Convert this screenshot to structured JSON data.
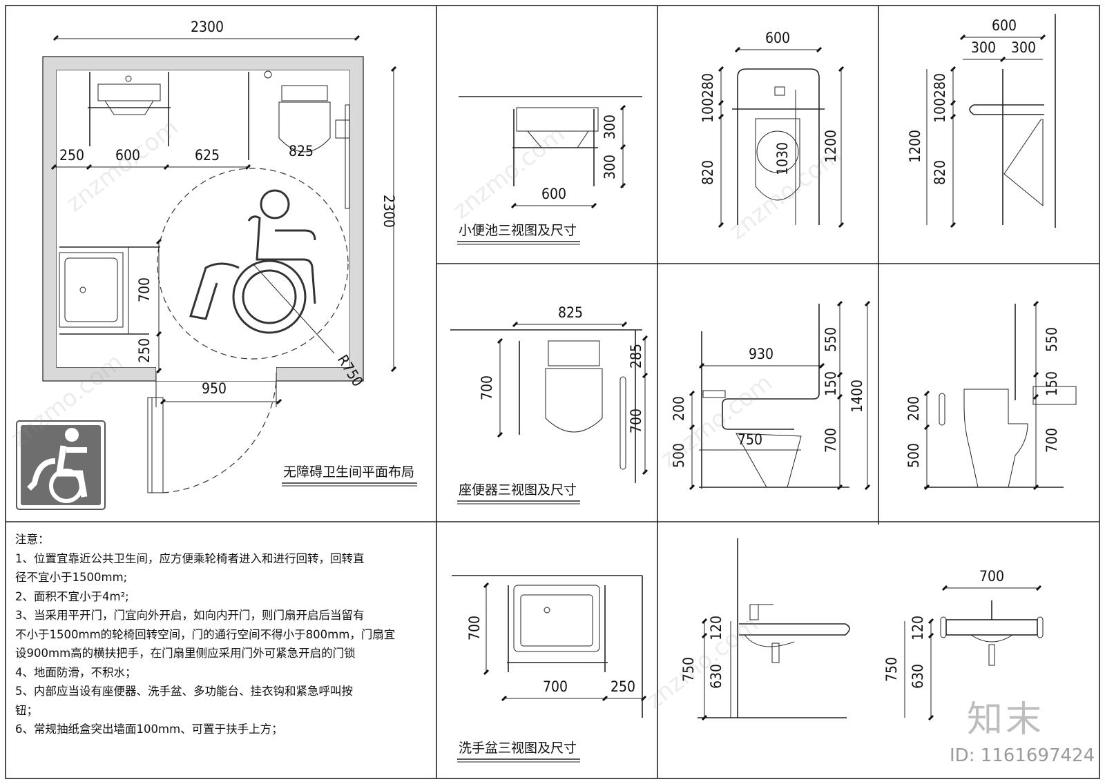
{
  "titles": {
    "plan": "无障碍卫生间平面布局",
    "urinal": "小便池三视图及尺寸",
    "toilet": "座便器三视图及尺寸",
    "basin": "洗手盆三视图及尺寸"
  },
  "plan_dims": {
    "width": "2300",
    "height": "2300",
    "d250a": "250",
    "d600": "600",
    "d625": "625",
    "d825": "825",
    "d700": "700",
    "d250b": "250",
    "door": "950",
    "radius": "R750"
  },
  "urinal_dims": {
    "top300a": "300",
    "top300b": "300",
    "top600": "600",
    "front600": "600",
    "f280": "280",
    "f100": "100",
    "f820": "820",
    "f1030": "1030",
    "f1200": "1200",
    "side600": "600",
    "side300a": "300",
    "side300b": "300",
    "s280": "280",
    "s100": "100",
    "s1200": "1200",
    "s820": "820"
  },
  "toilet_dims": {
    "top825": "825",
    "top700": "700",
    "top285": "285",
    "top700b": "700",
    "f930": "930",
    "f550": "550",
    "f150": "150",
    "f1400": "1400",
    "f200": "200",
    "f750": "750",
    "f500": "500",
    "f700": "700",
    "s550": "550",
    "s150": "150",
    "s200": "200",
    "s500": "500",
    "s700": "700"
  },
  "basin_dims": {
    "top700": "700",
    "top700b": "700",
    "top250": "250",
    "f120": "120",
    "f750": "750",
    "f630": "630",
    "s700": "700",
    "s120": "120",
    "s750": "750",
    "s630": "630"
  },
  "notes": {
    "heading": "注意：",
    "line1": "1、位置宜靠近公共卫生间，应方便乘轮椅者进入和进行回转，回转直",
    "line1b": "径不宜小于1500mm;",
    "line2": "2、面积不宜小于4m²;",
    "line3": "3、当采用平开门，门宜向外开启，如向内开门，则门扇开启后当留有",
    "line3b": "不小于1500mm的轮椅回转空间，门的通行空间不得小于800mm，门扇宜",
    "line3c": "设900mm高的横扶把手，在门扇里侧应采用门外可紧急开启的门锁",
    "line4": "4、地面防滑，不积水；",
    "line5": "5、内部应当设有座便器、洗手盆、多功能台、挂衣钩和紧急呼叫按",
    "line5b": "钮；",
    "line6": "6、常规抽纸盒突出墙面100mm、可置于扶手上方；"
  },
  "watermark": {
    "logo": "知末",
    "id": "ID: 1161697424",
    "site": "znzmo.com"
  },
  "colors": {
    "line": "#222222",
    "wall_fill": "#d9d9d9",
    "sign_bg": "#6e6e6e"
  }
}
